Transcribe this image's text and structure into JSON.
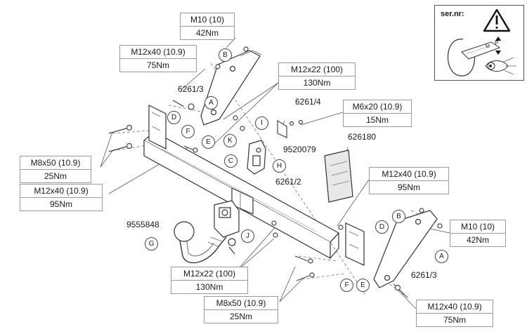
{
  "specs": {
    "s1": {
      "size": "M10 (10)",
      "torque": "42Nm"
    },
    "s2": {
      "size": "M12x40 (10.9)",
      "torque": "75Nm"
    },
    "s3": {
      "size": "M12x22 (100)",
      "torque": "130Nm"
    },
    "s4": {
      "size": "M6x20 (10.9)",
      "torque": "15Nm"
    },
    "s5": {
      "size": "M8x50 (10.9)",
      "torque": "25Nm"
    },
    "s6": {
      "size": "M12x40 (10.9)",
      "torque": "95Nm"
    },
    "s7": {
      "size": "M12x40 (10.9)",
      "torque": "95Nm"
    },
    "s8": {
      "size": "M10 (10)",
      "torque": "42Nm"
    },
    "s9": {
      "size": "M12x22 (100)",
      "torque": "130Nm"
    },
    "s10": {
      "size": "M8x50 (10.9)",
      "torque": "25Nm"
    },
    "s11": {
      "size": "M12x40 (10.9)",
      "torque": "75Nm"
    }
  },
  "parts": {
    "p1": "6261/3",
    "p2": "6261/4",
    "p3": "9520079",
    "p4": "626180",
    "p5": "6261/2",
    "p6": "9555848",
    "p7": "6261/3"
  },
  "letters": {
    "B1": "B",
    "A1": "A",
    "D1": "D",
    "F1": "F",
    "E1": "E",
    "C1": "C",
    "I1": "I",
    "K1": "K",
    "H1": "H",
    "J1": "J",
    "G1": "G",
    "B2": "B",
    "D2": "D",
    "A2": "A",
    "F2": "F",
    "E2": "E"
  },
  "serial": {
    "label": "ser.nr:",
    "plate_mark": "M",
    "plate_letter": "P"
  }
}
